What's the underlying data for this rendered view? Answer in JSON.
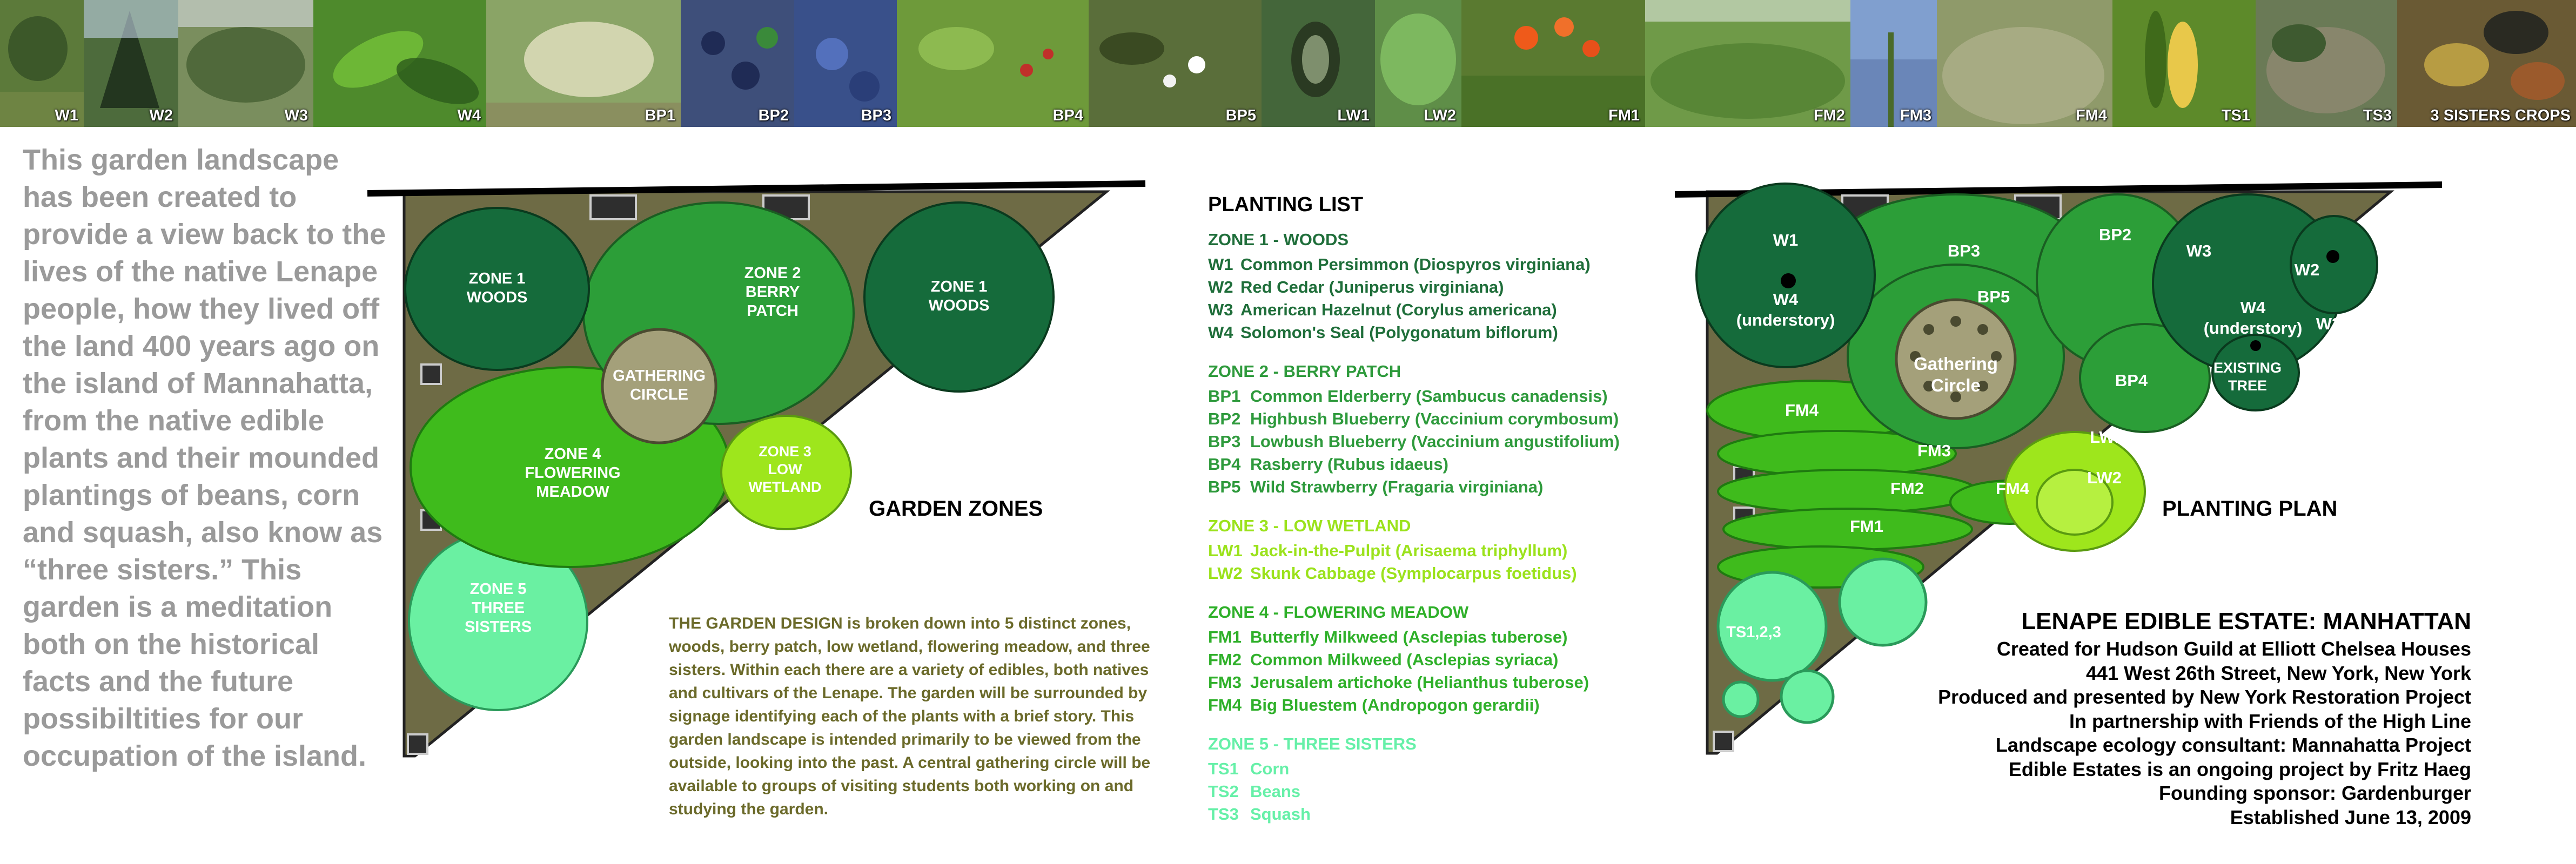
{
  "strip": [
    {
      "label": "W1",
      "color": "#5c7a3a"
    },
    {
      "label": "W2",
      "color": "#4d6b3c"
    },
    {
      "label": "W3",
      "color": "#7a8e5e"
    },
    {
      "label": "W4",
      "color": "#4e8a2c"
    },
    {
      "label": "BP1",
      "color": "#8aa466"
    },
    {
      "label": "BP2",
      "color": "#3e4f7a"
    },
    {
      "label": "BP3",
      "color": "#39508a"
    },
    {
      "label": "BP4",
      "color": "#6e9a3a"
    },
    {
      "label": "BP5",
      "color": "#5a6e3a"
    },
    {
      "label": "LW1",
      "color": "#44663a"
    },
    {
      "label": "LW2",
      "color": "#5f8e48"
    },
    {
      "label": "FM1",
      "color": "#5a7a30"
    },
    {
      "label": "FM2",
      "color": "#6f9a48"
    },
    {
      "label": "FM3",
      "color": "#6a86b8"
    },
    {
      "label": "FM4",
      "color": "#8f9a6a"
    },
    {
      "label": "TS1",
      "color": "#5d8a2a"
    },
    {
      "label": "TS3",
      "color": "#6a7a56"
    },
    {
      "label": "3 SISTERS CROPS",
      "color": "#6a5a34"
    }
  ],
  "intro": "This garden landscape has been created to provide a view back to the lives of the native Lenape people, how they lived off the land 400 years ago on the island of Mannahatta, from the native edible plants and their mounded plantings of beans, corn and squash, also know as “three sisters.” This garden is a meditation both on the historical facts and the future possibiltities for our occupation of the island.",
  "zones_plan": {
    "title": "GARDEN ZONES",
    "z1a": [
      "ZONE 1",
      "WOODS"
    ],
    "z2": [
      "ZONE 2",
      "BERRY",
      "PATCH"
    ],
    "z1b": [
      "ZONE 1",
      "WOODS"
    ],
    "gc": [
      "GATHERING",
      "CIRCLE"
    ],
    "z4": [
      "ZONE 4",
      "FLOWERING",
      "MEADOW"
    ],
    "z3": [
      "ZONE 3",
      "LOW",
      "WETLAND"
    ],
    "z5": [
      "ZONE 5",
      "THREE",
      "SISTERS"
    ]
  },
  "design_text": "THE GARDEN DESIGN is broken down into 5 distinct zones, woods, berry patch, low wetland, flowering meadow, and three sisters. Within each there are a variety of edibles, both natives and cultivars of the Lenape. The garden will be surrounded by signage identifying each of the plants with a brief story. This garden landscape is intended primarily to be viewed from the outside, looking into the past. A central gathering circle will be available to groups of visiting students both working on and studying the garden.",
  "planting_list": {
    "title": "PLANTING LIST",
    "zones": [
      {
        "heading": "ZONE 1 - WOODS",
        "color": "#1f6e3a",
        "items": [
          {
            "code": "W1",
            "name": "Common Persimmon (Diospyros virginiana)"
          },
          {
            "code": "W2",
            "name": "Red Cedar (Juniperus virginiana)"
          },
          {
            "code": "W3",
            "name": "American Hazelnut (Corylus americana)"
          },
          {
            "code": "W4",
            "name": "Solomon's Seal (Polygonatum biflorum)"
          }
        ]
      },
      {
        "heading": "ZONE 2 - BERRY  PATCH",
        "color": "#2e9a3c",
        "items": [
          {
            "code": "BP1",
            "name": "Common Elderberry (Sambucus canadensis)"
          },
          {
            "code": "BP2",
            "name": "Highbush Blueberry (Vaccinium corymbosum)"
          },
          {
            "code": "BP3",
            "name": "Lowbush Blueberry (Vaccinium angustifolium)"
          },
          {
            "code": "BP4",
            "name": "Rasberry (Rubus idaeus)"
          },
          {
            "code": "BP5",
            "name": "Wild Strawberry (Fragaria virginiana)"
          }
        ]
      },
      {
        "heading": "ZONE 3 - LOW WETLAND",
        "color": "#9be21c",
        "items": [
          {
            "code": "LW1",
            "name": "Jack-in-the-Pulpit (Arisaema triphyllum)"
          },
          {
            "code": "LW2",
            "name": "Skunk Cabbage (Symplocarpus foetidus)"
          }
        ]
      },
      {
        "heading": "ZONE 4 - FLOWERING MEADOW",
        "color": "#2fb02a",
        "items": [
          {
            "code": "FM1",
            "name": "Butterfly Milkweed (Asclepias tuberose)"
          },
          {
            "code": "FM2",
            "name": "Common Milkweed (Asclepias syriaca)"
          },
          {
            "code": "FM3",
            "name": "Jerusalem artichoke (Helianthus tuberose)"
          },
          {
            "code": "FM4",
            "name": "Big Bluestem (Andropogon gerardii)"
          }
        ]
      },
      {
        "heading": "ZONE 5 - THREE SISTERS",
        "color": "#66f0a8",
        "items": [
          {
            "code": "TS1",
            "name": "Corn"
          },
          {
            "code": "TS2",
            "name": "Beans"
          },
          {
            "code": "TS3",
            "name": "Squash"
          }
        ]
      }
    ]
  },
  "planting_plan": {
    "title": "PLANTING PLAN",
    "w1": "W1",
    "w4a": [
      "W4",
      "(understory)"
    ],
    "bp3": "BP3",
    "bp2": "BP2",
    "w3a": "W3",
    "w2": "W2",
    "w4b": [
      "W4",
      "(understory)"
    ],
    "w3b": "W3",
    "bp5": "BP5",
    "gc": [
      "Gathering",
      "Circle"
    ],
    "bp4": "BP4",
    "existing": [
      "EXISTING",
      "TREE"
    ],
    "fm4": "FM4",
    "fm3": "FM3",
    "lw1": "LW1",
    "fm2": "FM2",
    "fm4b": "FM4",
    "lw2": "LW2",
    "fm1": "FM1",
    "ts": "TS1,2,3"
  },
  "credits": {
    "title": "LENAPE EDIBLE ESTATE: MANHATTAN",
    "lines": [
      "Created for Hudson Guild at Elliott Chelsea Houses",
      "441 West 26th Street, New York, New York",
      "Produced and presented by New York Restoration Project",
      "In partnership with Friends of the High Line",
      "Landscape ecology consultant: Mannahatta Project",
      "Edible Estates is an ongoing project by Fritz Haeg",
      "Founding sponsor: Gardenburger",
      "Established June 13, 2009"
    ]
  }
}
